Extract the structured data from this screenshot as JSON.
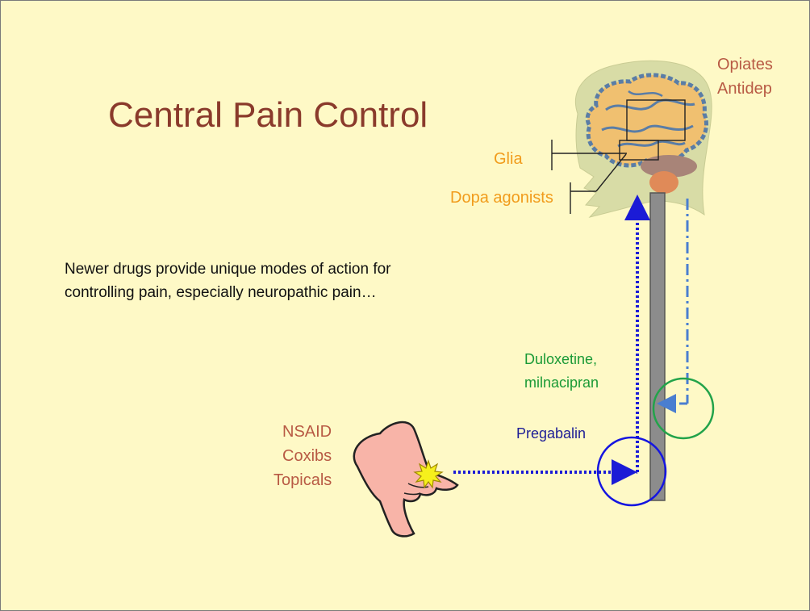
{
  "slide": {
    "title": "Central Pain Control",
    "body_line1": "Newer drugs provide unique modes of action for",
    "body_line2": "controlling pain, especially neuropathic pain…"
  },
  "labels": {
    "opiates": "Opiates",
    "antidep": "Antidep",
    "glia": "Glia",
    "dopa_agonists": "Dopa agonists",
    "duloxetine": "Duloxetine,",
    "milnacipran": "milnacipran",
    "pregabalin": "Pregabalin",
    "nsaid": "NSAID",
    "coxibs": "Coxibs",
    "topicals": "Topicals"
  },
  "colors": {
    "background": "#fef9c6",
    "title": "#8a3a2b",
    "rust_label": "#b85a44",
    "orange_label": "#f19c1c",
    "green_label": "#1a9a36",
    "navy_label": "#1d1d96",
    "ascending_arrow": "#1b1bd6",
    "descending_arrow": "#4a7ed0",
    "spinal_cord": "#8c8c8c",
    "pregabalin_circle": "#1515e0",
    "duloxetine_circle": "#22a34a"
  },
  "icons": {
    "brain": "brain-icon",
    "hand": "hand-icon",
    "pain_burst": "pain-burst-icon"
  }
}
